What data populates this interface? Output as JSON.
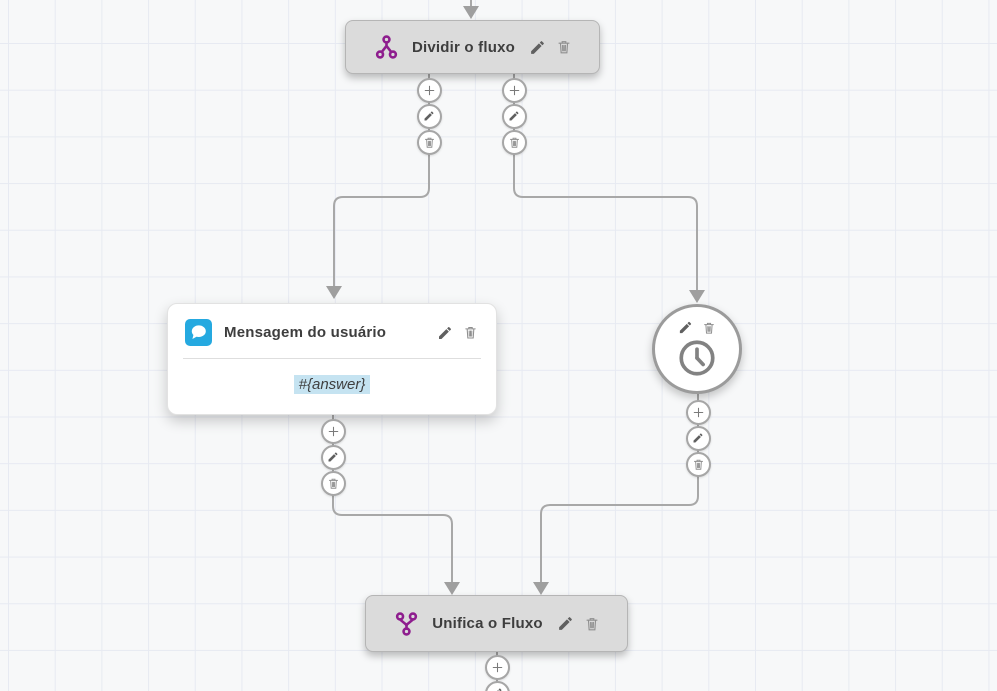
{
  "palette": {
    "canvas_background": "#f7f8f9",
    "grid_line": "#e7eaf2",
    "connector": "#a8a8a8",
    "node_gray": "#dbdbdb",
    "node_border": "#b5b5b5",
    "purple_accent": "#8e1d8e",
    "blue_accent": "#25a9e0",
    "variable_highlight": "#c5e3f1",
    "title_text": "#3e3e3e"
  },
  "flow": {
    "split_node": {
      "title": "Dividir o fluxo",
      "icon": "split-icon",
      "actions": [
        "edit",
        "delete"
      ]
    },
    "user_message_node": {
      "title": "Mensagem do usuário",
      "body": "#{answer}",
      "icon": "chat-bubble-icon",
      "actions": [
        "edit",
        "delete"
      ]
    },
    "delay_node": {
      "icon": "clock-icon",
      "actions": [
        "edit",
        "delete"
      ]
    },
    "merge_node": {
      "title": "Unifica o Fluxo",
      "icon": "merge-icon",
      "actions": [
        "edit",
        "delete"
      ]
    },
    "port_buttons": [
      "add",
      "edit",
      "delete"
    ]
  }
}
